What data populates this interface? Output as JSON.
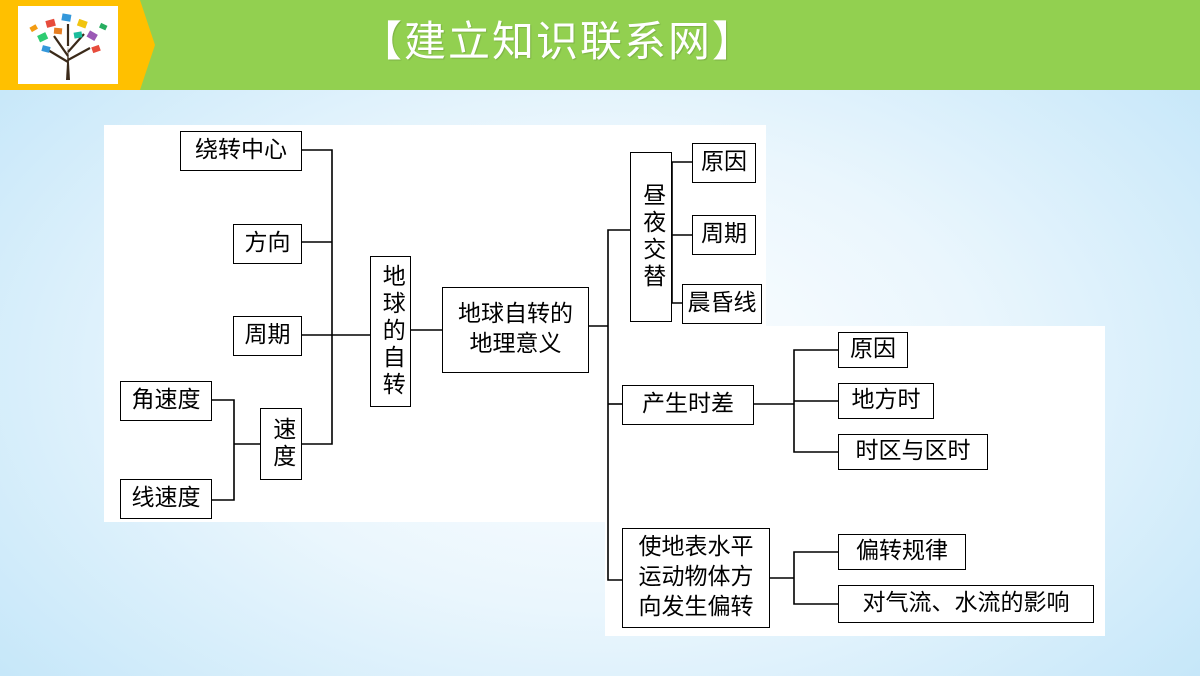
{
  "header": {
    "title": "【建立知识联系网】",
    "logo_icon": "knowledge-tree-icon",
    "band_color": "#92d050",
    "tab_color": "#ffc000"
  },
  "diagram": {
    "root": "地球的自转",
    "left": {
      "center": "绕转中心",
      "direction": "方向",
      "period": "周期",
      "speed": "速度",
      "angular_speed": "角速度",
      "linear_speed": "线速度"
    },
    "significance": "地球自转的地理意义",
    "day_night": {
      "label": "昼夜交替",
      "reason": "原因",
      "period": "周期",
      "terminator": "晨昏线"
    },
    "time_diff": {
      "label": "产生时差",
      "reason": "原因",
      "local_time": "地方时",
      "zone_time": "时区与区时"
    },
    "deflection": {
      "label": "使地表水平运动物体方向发生偏转",
      "rule": "偏转规律",
      "influence": "对气流、水流的影响"
    }
  }
}
